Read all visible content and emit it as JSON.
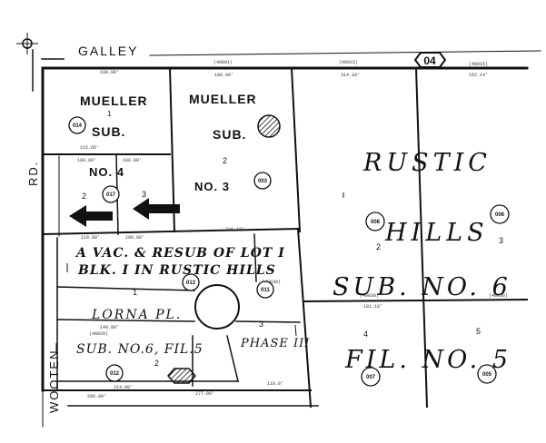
{
  "streets": {
    "galley": "GALLEY",
    "rd": "RD.",
    "wooten": "WOOTEN",
    "lorna": "LORNA PL."
  },
  "subdivisions": {
    "mueller_left_name": "MUELLER",
    "mueller_left_num": "1",
    "mueller_left_sub": "SUB.",
    "mueller_right_name": "MUELLER",
    "mueller_right_sub": "SUB.",
    "no4": "NO. 4",
    "no3": "NO. 3",
    "vac_line1": "A VAC. & RESUB OF LOT I",
    "vac_line2": "BLK. I IN RUSTIC HILLS",
    "sub6_fil5": "SUB. NO.6, FIL.5",
    "phase3": "PHASE III",
    "rustic": "RUSTIC",
    "hills": "HILLS",
    "sub_no6": "SUB. NO. 6",
    "fil_no5": "FIL. NO. 5"
  },
  "lot_numbers": {
    "l_no4_2": "2",
    "l_no4_3": "3",
    "l_mr_2": "2",
    "l_vac_1": "1",
    "l_vac_3": "3",
    "l_fil5_2": "2",
    "l_ph3_3": "3",
    "l_rh_2": "2",
    "l_rh_3": "3",
    "l_rh_4": "4",
    "l_rh_5": "5"
  },
  "parcels": {
    "p014": "014",
    "p017": "017",
    "p003": "003",
    "p013": "013",
    "p011": "011",
    "p012": "012",
    "p005": "005",
    "p006": "006",
    "p007": "007",
    "p008": "008"
  },
  "map_badge": "04"
}
